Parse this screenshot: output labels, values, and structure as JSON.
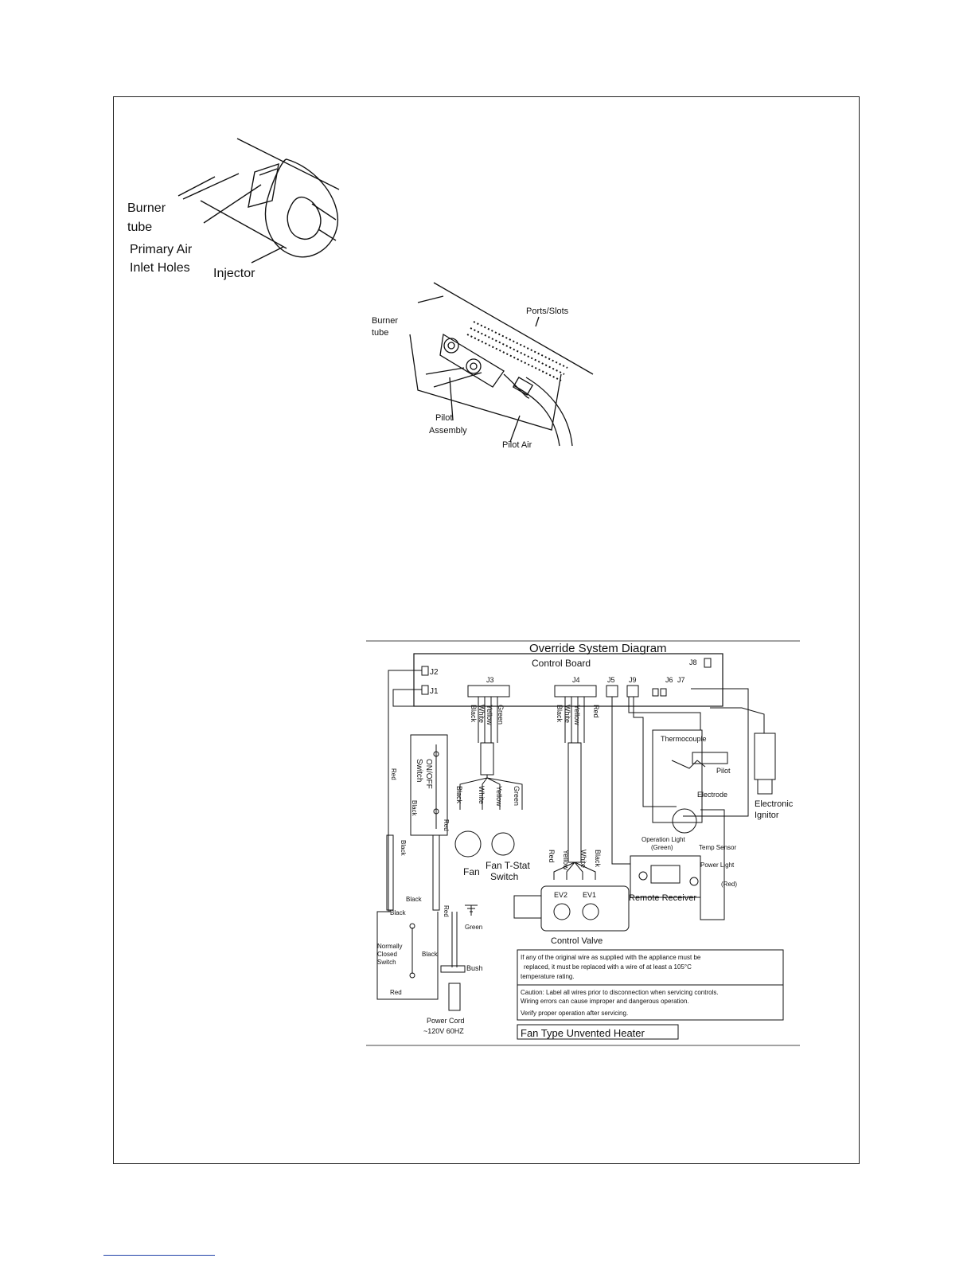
{
  "figure1": {
    "labels": {
      "burner_tube_1": "Burner",
      "burner_tube_2": "tube",
      "primary_air_1": "Primary Air",
      "primary_air_2": "Inlet Holes",
      "injector": "Injector"
    }
  },
  "figure2": {
    "labels": {
      "burner_tube_1": "Burner",
      "burner_tube_2": "tube",
      "ports_slots": "Ports/Slots",
      "pilot_assembly_1": "Pilot",
      "pilot_assembly_2": "Assembly",
      "pilot_air": "Pilot Air"
    }
  },
  "wiring": {
    "title": "Override System Diagram",
    "control_board": "Control Board",
    "connectors": {
      "j1": "J1",
      "j2": "J2",
      "j3": "J3",
      "j4": "J4",
      "j5": "J5",
      "j6": "J6",
      "j7": "J7",
      "j8": "J8",
      "j9": "J9"
    },
    "j3_wires": [
      "Black",
      "White",
      "Yellow",
      "Green"
    ],
    "j4_wires": [
      "Black",
      "White",
      "Yellow",
      "Red"
    ],
    "fan_wires": [
      "Black",
      "White",
      "Yellow",
      "Green"
    ],
    "valve_wires": [
      "Red",
      "Yellow",
      "White",
      "Black"
    ],
    "components": {
      "on_off_switch_1": "ON/OFF",
      "on_off_switch_2": "Switch",
      "fan": "Fan",
      "fan_tstat_1": "Fan T-Stat",
      "fan_tstat_2": "Switch",
      "control_valve": "Control Valve",
      "ev2": "EV2",
      "ev1": "EV1",
      "thermocouple": "Thermocouple",
      "pilot": "Pilot",
      "electrode": "Electrode",
      "electronic_ignitor_1": "Electronic",
      "electronic_ignitor_2": "Ignitor",
      "operation_light_1": "Operation Light",
      "operation_light_2": "(Green)",
      "temp_sensor": "Temp Sensor",
      "power_light": "Power Light",
      "power_light_color": "(Red)",
      "remote_receiver": "Remote Receiver",
      "normally_closed_1": "Normally",
      "normally_closed_2": "Closed",
      "normally_closed_3": "Switch",
      "bush": "Bush",
      "power_cord_1": "Power Cord",
      "power_cord_2": "~120V 60HZ"
    },
    "wire_labels": {
      "red_left": "Red",
      "black_switch": "Black",
      "red_switch": "Red",
      "black_vert": "Black",
      "black_horiz": "Black",
      "black_nc": "Black",
      "red_nc_top": "Red",
      "black_nc_right": "Black",
      "red_nc_bottom": "Red",
      "green_ground": "Green"
    },
    "notes": {
      "wire_note_1": "If any of the original wire as supplied with the appliance must be",
      "wire_note_2": "replaced, it must be replaced with a wire of at least a 105°C",
      "wire_note_3": "temperature rating.",
      "caution_1": "Caution: Label all wires prior to disconnection when servicing controls.",
      "caution_2": "Wiring errors can cause improper and dangerous operation.",
      "caution_3": "Verify proper operation after servicing."
    },
    "footer": "Fan Type Unvented Heater"
  }
}
